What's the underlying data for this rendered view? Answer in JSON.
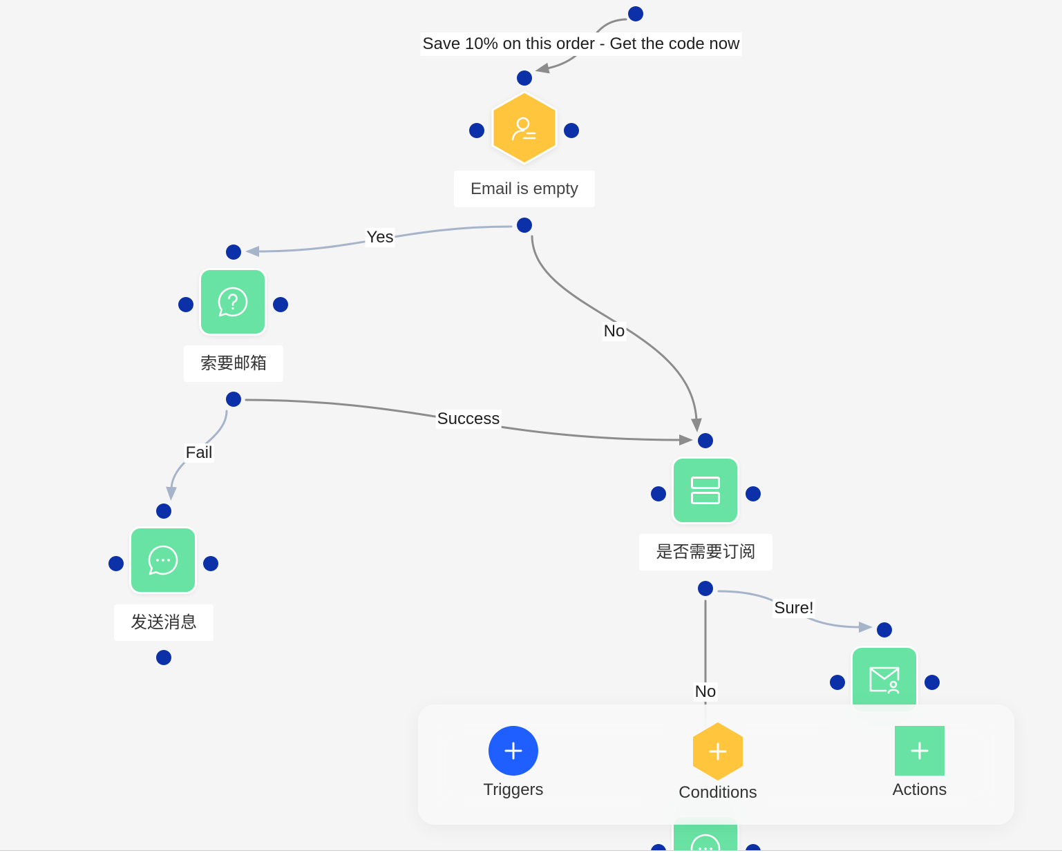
{
  "colors": {
    "canvas": "#f5f5f5",
    "port": "#0b30a8",
    "condition_yellow": "#ffc53d",
    "action_green": "#69e3a4",
    "edge_gray": "#8c8c8c",
    "edge_bluegray": "#a6b4ca"
  },
  "nodes": {
    "email_check": {
      "label": "Email is empty",
      "icon": "user-filter-icon"
    },
    "ask_email": {
      "label": "索要邮箱",
      "icon": "question-chat-icon"
    },
    "send_message": {
      "label": "发送消息",
      "icon": "chat-dots-icon"
    },
    "need_subscribe": {
      "label": "是否需要订阅",
      "icon": "split-rows-icon"
    },
    "subscribe_email": {
      "icon": "mail-user-icon"
    },
    "next_message": {
      "icon": "chat-dots-icon"
    }
  },
  "edges": {
    "incoming": {
      "label": "Save 10% on this order - Get the code now"
    },
    "yes": {
      "label": "Yes"
    },
    "no": {
      "label": "No"
    },
    "success": {
      "label": "Success"
    },
    "fail": {
      "label": "Fail"
    },
    "sure": {
      "label": "Sure!"
    },
    "no_subscribe": {
      "label": "No"
    }
  },
  "palette": {
    "items": [
      {
        "label": "Triggers",
        "icon": "plus-icon",
        "color": "#1f5eff"
      },
      {
        "label": "Conditions",
        "icon": "plus-icon",
        "color": "#ffc53d"
      },
      {
        "label": "Actions",
        "icon": "plus-icon",
        "color": "#69e3a4"
      }
    ]
  }
}
